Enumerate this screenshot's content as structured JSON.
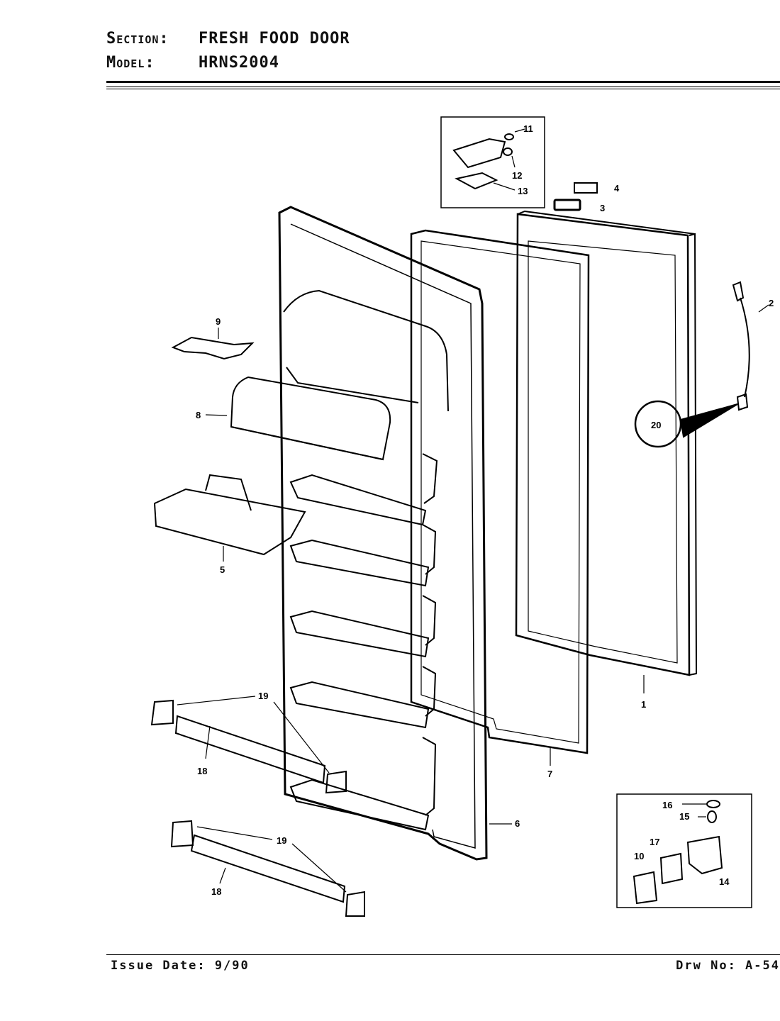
{
  "header": {
    "section_key": "Section:",
    "section_value": "FRESH FOOD DOOR",
    "model_key": "Model:",
    "model_value": "HRNS2004"
  },
  "footer": {
    "issue_date": "Issue Date: 9/90",
    "drawing_number": "Drw No: A-54"
  },
  "callouts": {
    "c1": "1",
    "c2": "2",
    "c3": "3",
    "c4": "4",
    "c5": "5",
    "c6": "6",
    "c7": "7",
    "c8": "8",
    "c9": "9",
    "c10": "10",
    "c11": "11",
    "c12": "12",
    "c13": "13",
    "c14": "14",
    "c15": "15",
    "c16": "16",
    "c17": "17",
    "c18": "18",
    "c19": "19",
    "c20": "20"
  }
}
